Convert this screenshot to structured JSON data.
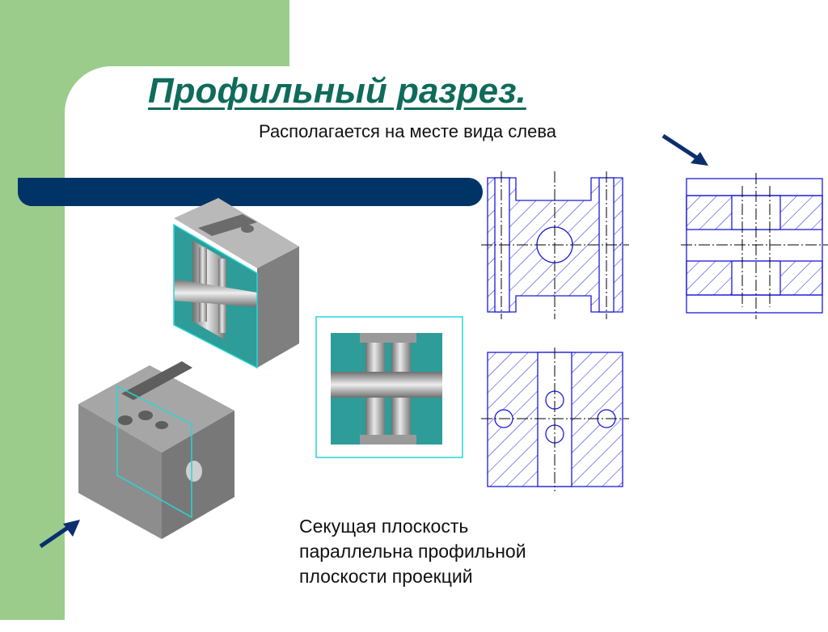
{
  "slide": {
    "title": "Профильный разрез.",
    "subtitle": "Располагается на месте вида слева",
    "caption_lines": [
      "Секущая плоскость",
      "параллельна профильной",
      "плоскости проекций"
    ],
    "colors": {
      "background_block": "#9ccc8c",
      "title": "#0f6b5a",
      "bar": "#003466",
      "arrow": "#0b2f6e",
      "drawing_lines": "#1b1bd8",
      "section_fill": "#2e9c98",
      "cutting_plane": "#29d6d6",
      "solid_gray": "#8d8d8d"
    },
    "icons": [
      "arrow-down-right-icon",
      "arrow-up-right-icon"
    ]
  }
}
